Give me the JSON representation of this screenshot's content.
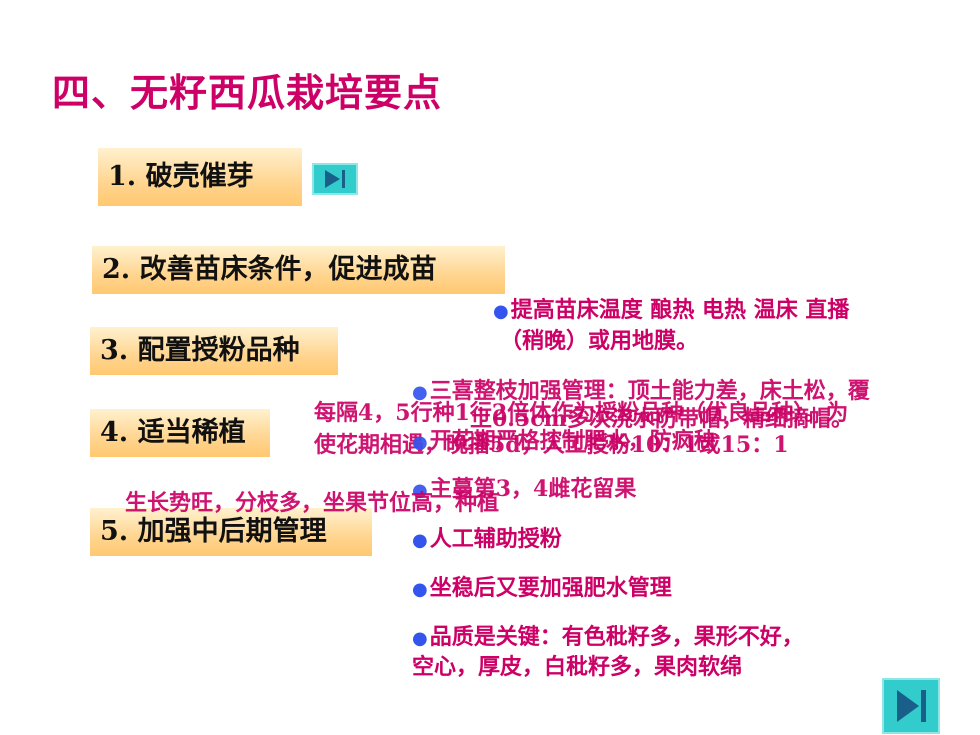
{
  "title": "四、无籽西瓜栽培要点",
  "steps": [
    "1. 破壳催芽",
    "2. 改善苗床条件，促进成苗",
    "3. 配置授粉品种",
    "4. 适当稀植",
    "5. 加强中后期管理"
  ],
  "points": {
    "p1_line1": "提高苗床温度  酿热 电热 温床 直播",
    "p1_line2": "（稍晚）或用地膜。",
    "p_overlap_1": "三喜整枝加强管理：顶土能力差，床土松，覆",
    "p_overlap_2": "每隔4，5行种1行2倍体作为授粉品种（优良品种）。为",
    "p_overlap_3": "土0.5cm多次浇水防带帽，精细摘帽。",
    "p_overlap_4": "使花期相遇，晚播5d，人工授粉10：1或15：1",
    "p_overlap_5": "开花期严格控制肥水，防疯秧",
    "p_overlap_6": "主蔓第3，4雌花留果",
    "p_overlap_7": "生长势旺，分枝多，坐果节位高，种植",
    "p6": "人工辅助授粉",
    "p7": "坐稳后又要加强肥水管理",
    "p8_line1": "品质是关键：有色秕籽多，果形不好，",
    "p8_line2": "空心，厚皮，白秕籽多，果肉软绵"
  },
  "icons": {
    "next": "next-track-icon",
    "bullet": "bullet-dot"
  },
  "colors": {
    "title": "#cc0066",
    "body_text": "#cc0066",
    "bullet": "#3355ee",
    "box_fill": "#ffd590",
    "nav_button": "#33cccc"
  }
}
